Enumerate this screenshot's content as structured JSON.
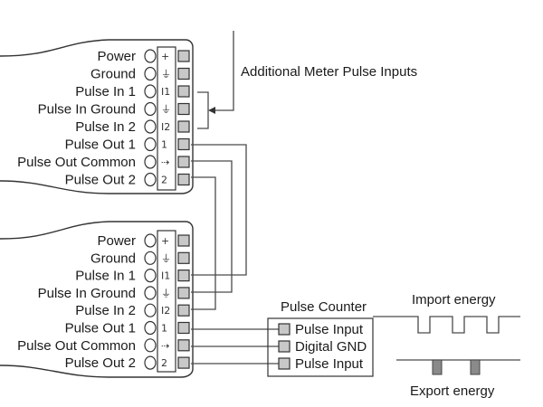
{
  "meter1": {
    "terminals": [
      "Power",
      "Ground",
      "Pulse In 1",
      "Pulse In Ground",
      "Pulse In 2",
      "Pulse Out 1",
      "Pulse Out Common",
      "Pulse Out 2"
    ]
  },
  "meter2": {
    "terminals": [
      "Power",
      "Ground",
      "Pulse In 1",
      "Pulse In Ground",
      "Pulse In 2",
      "Pulse Out 1",
      "Pulse Out Common",
      "Pulse Out 2"
    ]
  },
  "annotations": {
    "additional_inputs": "Additional Meter Pulse Inputs"
  },
  "pulse_counter": {
    "title": "Pulse Counter",
    "inputs": [
      "Pulse Input",
      "Digital GND",
      "Pulse Input"
    ]
  },
  "signals": {
    "import_label": "Import energy",
    "export_label": "Export energy"
  },
  "colors": {
    "line": "#333333",
    "terminal_fill": "#c8c8c8",
    "export_pulse": "#8a8a8a"
  }
}
